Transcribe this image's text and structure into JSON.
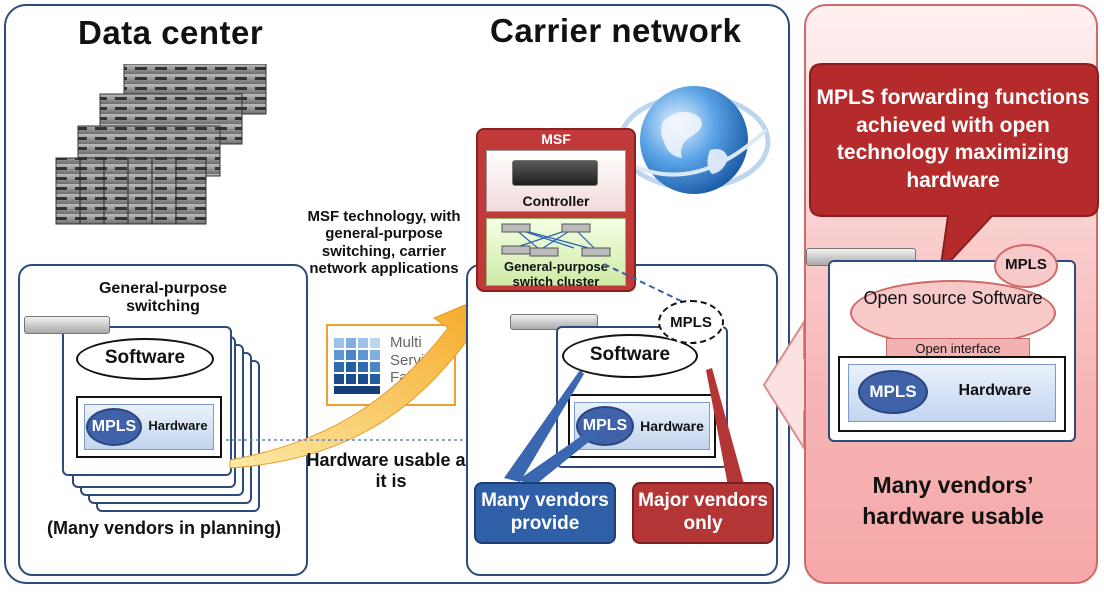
{
  "data_center": {
    "title": "Data center",
    "general_purpose_switching": "General-purpose switching",
    "software": "Software",
    "mpls": "MPLS",
    "hardware": "Hardware",
    "vendors_note": "(Many vendors in planning)"
  },
  "carrier": {
    "title": "Carrier network",
    "msf_label": "MSF",
    "controller": "Controller",
    "switch_cluster": "General-purpose switch cluster",
    "software": "Software",
    "mpls_bubble": "MPLS",
    "mpls": "MPLS",
    "hardware": "Hardware",
    "many_vendors": "Many vendors provide",
    "major_vendors": "Major vendors only"
  },
  "middle": {
    "msf_tech": "MSF technology, with general-purpose switching, carrier network applications",
    "hardware_usable": "Hardware usable as it is",
    "logo_words": [
      "Multi",
      "Service",
      "Fabric"
    ]
  },
  "right": {
    "callout": "MPLS forwarding functions achieved with open technology maximizing hardware",
    "mpls_bubble": "MPLS",
    "open_source": "Open source Software",
    "open_interface": "Open interface",
    "mpls": "MPLS",
    "hardware": "Hardware",
    "footer": "Many vendors’ hardware usable"
  },
  "colors": {
    "navy_border": "#2d4a7a",
    "mpls_blue": "#3f62a8",
    "msf_red": "#c03a3a",
    "callout_red": "#b52a2a",
    "arrow_orange": "#f5a623",
    "pink_panel": "#f6b3b3"
  },
  "icons": [
    "server-rack-icon",
    "network-switch-icon",
    "globe-icon",
    "msf-logo-icon"
  ]
}
